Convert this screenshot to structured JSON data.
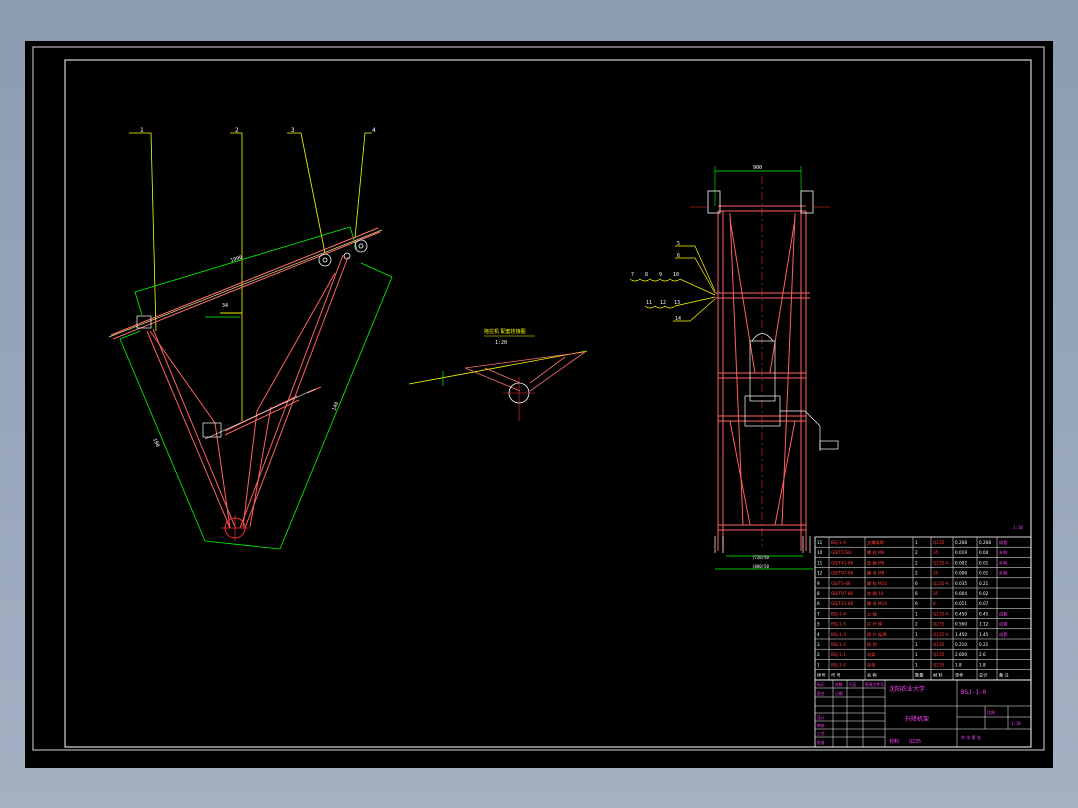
{
  "balloons": {
    "side_view": [
      "1",
      "2",
      "3",
      "4"
    ],
    "front_view_upper": [
      "5",
      "6"
    ],
    "front_view_row1": [
      "7",
      "8",
      "9",
      "10"
    ],
    "front_view_row2": [
      "11",
      "12",
      "13"
    ],
    "front_view_row3": [
      "14"
    ]
  },
  "dims": {
    "side_top": "1990",
    "side_left": "190",
    "side_right": "140",
    "angle": "34",
    "front_top": "900",
    "front_bottom_1": "(720)50",
    "front_bottom_2": "(880)50"
  },
  "detail": {
    "caption": "拖拉机 配套挂接图",
    "scale": "1:20"
  },
  "sheet_mark": "1:10",
  "bom": {
    "rows": [
      {
        "no": "11",
        "code": "BSJ-1-9",
        "name": "支撑架焊",
        "qty": "1",
        "mat": "Q235",
        "w1": "0.208",
        "w2": "0.208",
        "note": "成套"
      },
      {
        "no": "10",
        "code": "GB/T5782",
        "name": "螺 栓 M8",
        "qty": "2",
        "mat": "35",
        "w1": "0.019",
        "w2": "0.04",
        "note": "外购"
      },
      {
        "no": "11",
        "code": "GB/T41-86",
        "name": "垫 圈 M8",
        "qty": "2",
        "mat": "Q235-A",
        "w1": "0.002",
        "w2": "0.01",
        "note": "外购"
      },
      {
        "no": "12",
        "code": "GB/T97-86",
        "name": "螺 母 M8",
        "qty": "2",
        "mat": "35",
        "w1": "0.006",
        "w2": "0.01",
        "note": "外购"
      },
      {
        "no": "9",
        "code": "GB/T5-86",
        "name": "螺 栓 M10",
        "qty": "6",
        "mat": "Q235-A",
        "w1": "0.035",
        "w2": "0.21",
        "note": ""
      },
      {
        "no": "8",
        "code": "GB/T97-86",
        "name": "垫 圈 10",
        "qty": "6",
        "mat": "35",
        "w1": "0.004",
        "w2": "0.02",
        "note": ""
      },
      {
        "no": "6",
        "code": "GB/T41-86",
        "name": "螺 母 M10",
        "qty": "6",
        "mat": "8",
        "w1": "0.011",
        "w2": "0.07",
        "note": ""
      },
      {
        "no": "7",
        "code": "BSJ-1-4",
        "name": "上 轴",
        "qty": "1",
        "mat": "Q235-A",
        "w1": "0.450",
        "w2": "0.45",
        "note": "成套"
      },
      {
        "no": "5",
        "code": "BSJ-1-5",
        "name": "拉 杆 焊",
        "qty": "2",
        "mat": "Q235",
        "w1": "0.560",
        "w2": "1.12",
        "note": "成套"
      },
      {
        "no": "4",
        "code": "BSJ-1-3",
        "name": "提 升 架焊",
        "qty": "1",
        "mat": "Q235-A",
        "w1": "1.450",
        "w2": "1.45",
        "note": "成套"
      },
      {
        "no": "3",
        "code": "BSJ-1-2",
        "name": "摇 把",
        "qty": "1",
        "mat": "Q235",
        "w1": "0.210",
        "w2": "0.21",
        "note": ""
      },
      {
        "no": "2",
        "code": "BSJ-1-1",
        "name": "机架",
        "qty": "1",
        "mat": "Q235",
        "w1": "2.600",
        "w2": "2.6",
        "note": ""
      },
      {
        "no": "1",
        "code": "BSJ-1-0",
        "name": "挂架",
        "qty": "1",
        "mat": "Q235",
        "w1": "1.8",
        "w2": "1.8",
        "note": ""
      }
    ],
    "header": [
      "序号",
      "代 号",
      "名 称",
      "数量",
      "材 料",
      "单件",
      "总计",
      "备 注"
    ]
  },
  "title_block": {
    "org_line1": "沈阳农业大学",
    "org_line2": "",
    "drawing_no": "BSJ-1-0",
    "part_name": "升降机架",
    "material_label": "材料:",
    "material": "Q235",
    "scale_label": "比例",
    "scale": "1:10",
    "sheet_label": "共 张 第 张",
    "labels": [
      "标记",
      "处数",
      "分区",
      "更改文件号",
      "签名",
      "日期",
      "设计",
      "审核",
      "工艺",
      "批准"
    ]
  }
}
